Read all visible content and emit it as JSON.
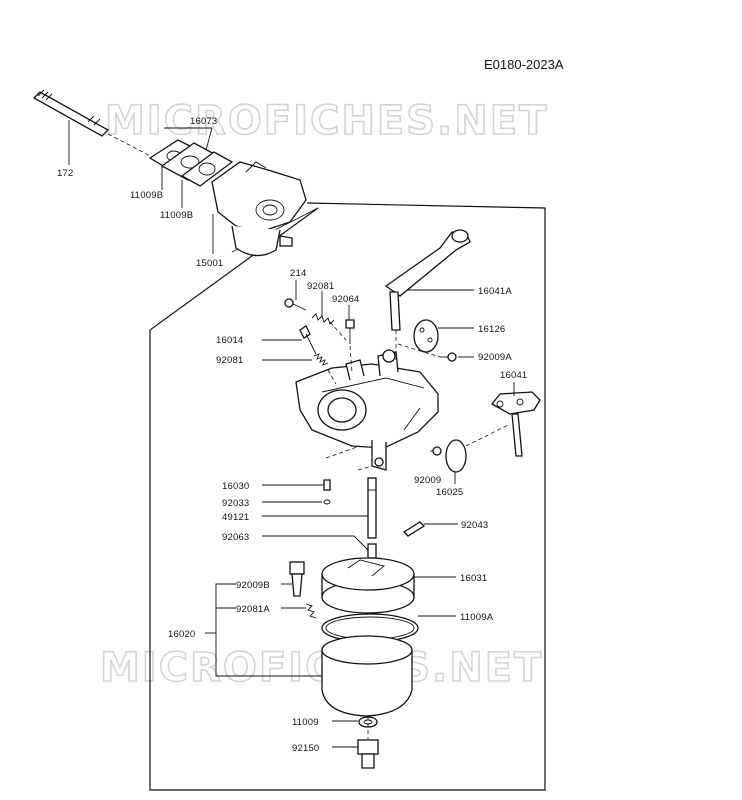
{
  "diagram_code": "E0180-2023A",
  "watermark": {
    "top": "MICROFICHES.NET",
    "bottom": "MICROFICHES.NET"
  },
  "labels": {
    "p172": "172",
    "p16073": "16073",
    "p11009b_1": "11009B",
    "p11009b_2": "11009B",
    "p15001": "15001",
    "p214": "214",
    "p92081_a": "92081",
    "p92064": "92064",
    "p16041a": "16041A",
    "p16014": "16014",
    "p16126": "16126",
    "p92081_b": "92081",
    "p92009a": "92009A",
    "p16041": "16041",
    "p92009": "92009",
    "p16025": "16025",
    "p16030": "16030",
    "p92033": "92033",
    "p49121": "49121",
    "p92043": "92043",
    "p92063": "92063",
    "p16031": "16031",
    "p92009b": "92009B",
    "p92081a": "92081A",
    "p11009a": "11009A",
    "p16020": "16020",
    "p11009": "11009",
    "p92150": "92150"
  }
}
